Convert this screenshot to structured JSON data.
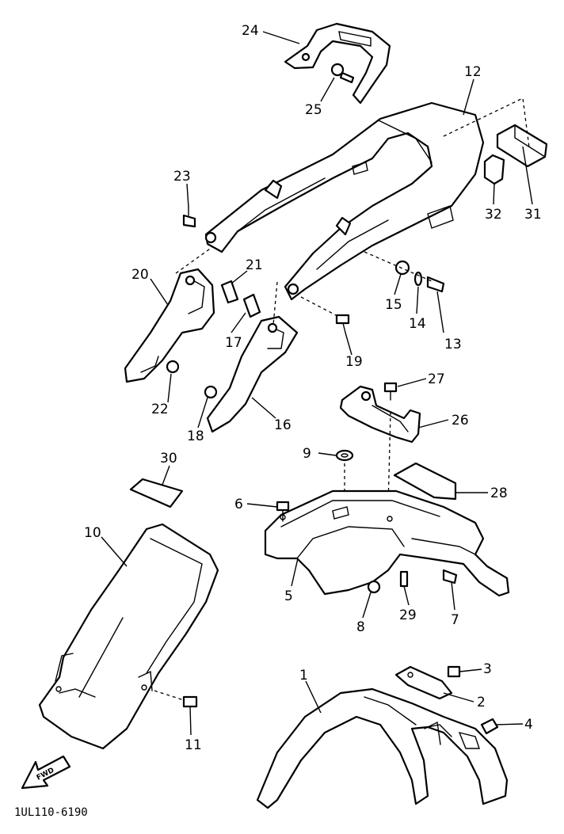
{
  "diagram": {
    "callouts": [
      {
        "id": "1",
        "label": "1"
      },
      {
        "id": "2",
        "label": "2"
      },
      {
        "id": "3",
        "label": "3"
      },
      {
        "id": "4",
        "label": "4"
      },
      {
        "id": "5",
        "label": "5"
      },
      {
        "id": "6",
        "label": "6"
      },
      {
        "id": "7",
        "label": "7"
      },
      {
        "id": "8",
        "label": "8"
      },
      {
        "id": "9",
        "label": "9"
      },
      {
        "id": "10",
        "label": "10"
      },
      {
        "id": "11",
        "label": "11"
      },
      {
        "id": "12",
        "label": "12"
      },
      {
        "id": "13",
        "label": "13"
      },
      {
        "id": "14",
        "label": "14"
      },
      {
        "id": "15",
        "label": "15"
      },
      {
        "id": "16",
        "label": "16"
      },
      {
        "id": "17",
        "label": "17"
      },
      {
        "id": "18",
        "label": "18"
      },
      {
        "id": "19",
        "label": "19"
      },
      {
        "id": "20",
        "label": "20"
      },
      {
        "id": "21",
        "label": "21"
      },
      {
        "id": "22",
        "label": "22"
      },
      {
        "id": "23",
        "label": "23"
      },
      {
        "id": "24",
        "label": "24"
      },
      {
        "id": "25",
        "label": "25"
      },
      {
        "id": "26",
        "label": "26"
      },
      {
        "id": "27",
        "label": "27"
      },
      {
        "id": "28",
        "label": "28"
      },
      {
        "id": "29",
        "label": "29"
      },
      {
        "id": "30",
        "label": "30"
      },
      {
        "id": "31",
        "label": "31"
      },
      {
        "id": "32",
        "label": "32"
      }
    ],
    "direction_badge": "FWD",
    "drawing_code": "1UL110-6190"
  }
}
